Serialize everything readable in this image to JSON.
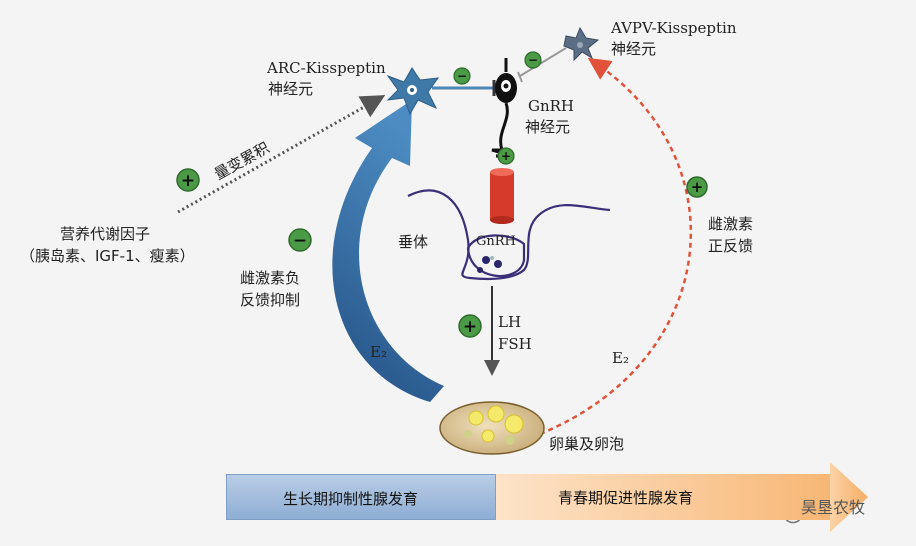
{
  "labels": {
    "arc_kisspeptin": "ARC-Kisspeptin",
    "arc_neuron": "神经元",
    "avpv_kisspeptin": "AVPV-Kisspeptin",
    "avpv_neuron": "神经元",
    "gnrh": "GnRH",
    "gnrh_neuron": "神经元",
    "quantitative": "量变累积",
    "nutrition": "营养代谢因子",
    "nutrition_detail": "（胰岛素、IGF-1、瘦素）",
    "negative_fb_1": "雌激素负",
    "negative_fb_2": "反馈抑制",
    "positive_fb_1": "雌激素",
    "positive_fb_2": "正反馈",
    "pituitary": "垂体",
    "gnrh_in_pituitary": "GnRH",
    "lh": "LH",
    "fsh": "FSH",
    "e2_left": "E₂",
    "e2_right": "E₂",
    "ovary": "卵巢及卵泡"
  },
  "signs": {
    "plus": "+",
    "minus": "−"
  },
  "bar": {
    "left": "生长期抑制性腺发育",
    "right": "青春期促进性腺发育"
  },
  "watermark": "昊垦农牧",
  "colors": {
    "neuron_blue": "#3f79a8",
    "big_arrow": "#2f6da3",
    "pos_feedback": "#e0533a",
    "badge_green": "#4b9a46",
    "gnrh_red": "#d63a2a",
    "ovary": "#d9c39a"
  }
}
